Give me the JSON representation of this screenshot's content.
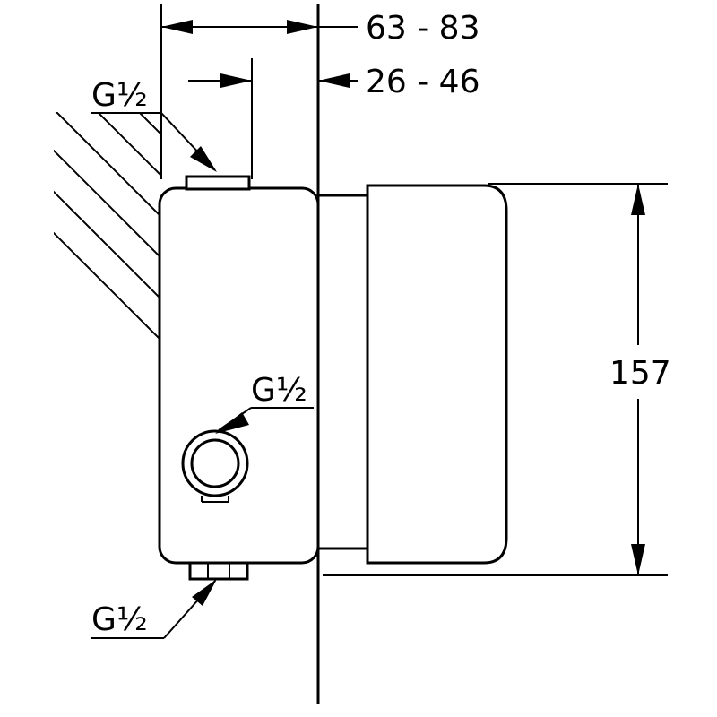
{
  "dimensions": {
    "overall_depth": "63 - 83",
    "wall_depth": "26 - 46",
    "height": "157"
  },
  "thread_labels": {
    "top": "G½",
    "side": "G½",
    "bottom": "G½"
  }
}
